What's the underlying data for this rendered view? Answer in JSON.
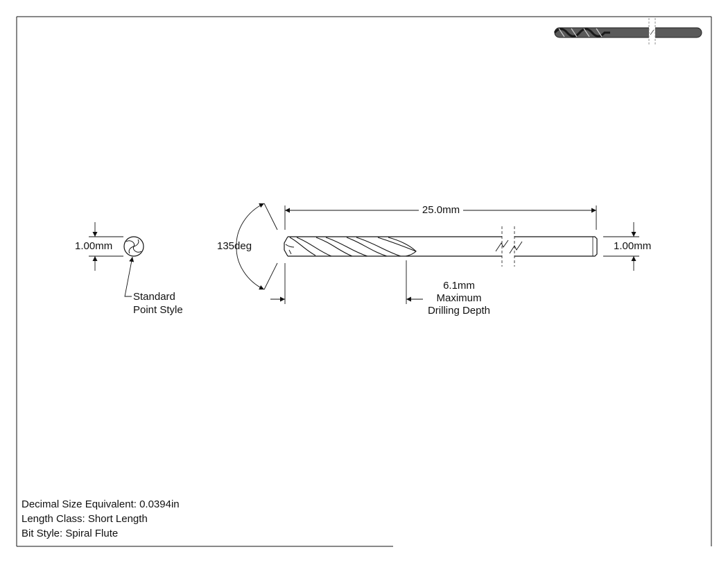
{
  "drawing": {
    "end_diameter_label": "1.00mm",
    "point_style_label_line1": "Standard",
    "point_style_label_line2": "Point Style",
    "angle_label": "135deg",
    "overall_length_label": "25.0mm",
    "shank_diameter_label": "1.00mm",
    "drilling_depth_label_line1": "6.1mm",
    "drilling_depth_label_line2": "Maximum",
    "drilling_depth_label_line3": "Drilling Depth"
  },
  "notes": {
    "decimal_size": "Decimal Size Equivalent: 0.0394in",
    "length_class": "Length Class: Short Length",
    "bit_style": "Bit Style: Spiral Flute"
  },
  "colors": {
    "line": "#111111",
    "thumbnail_body": "#555555",
    "thumbnail_dark": "#222222"
  }
}
